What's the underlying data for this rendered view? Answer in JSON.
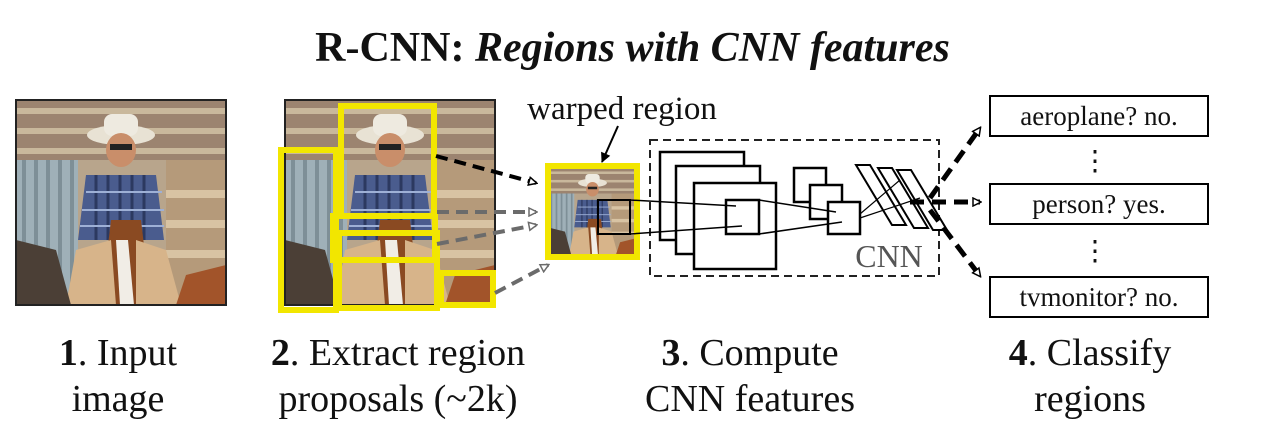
{
  "title": {
    "bold": "R-CNN:",
    "italic": "Regions with CNN features"
  },
  "labels": {
    "warped": "warped region",
    "cnn": "CNN"
  },
  "classes": [
    {
      "text": "aeroplane? no."
    },
    {
      "text": "person? yes."
    },
    {
      "text": "tvmonitor? no."
    }
  ],
  "ellipsis": "⋮",
  "steps": [
    {
      "num": "1",
      "line1": ". Input",
      "line2": "image"
    },
    {
      "num": "2",
      "line1": ". Extract region",
      "line2": "proposals (~2k)"
    },
    {
      "num": "3",
      "line1": ". Compute",
      "line2": "CNN features"
    },
    {
      "num": "4",
      "line1": ". Classify",
      "line2": "regions"
    }
  ],
  "colors": {
    "proposal": "#f2e600",
    "arrow_dark": "#000000",
    "arrow_grey": "#6b6b6b"
  },
  "photo": {
    "subject": "cowboy on horse",
    "hat": "white cowboy hat",
    "shirt": "blue plaid shirt"
  }
}
